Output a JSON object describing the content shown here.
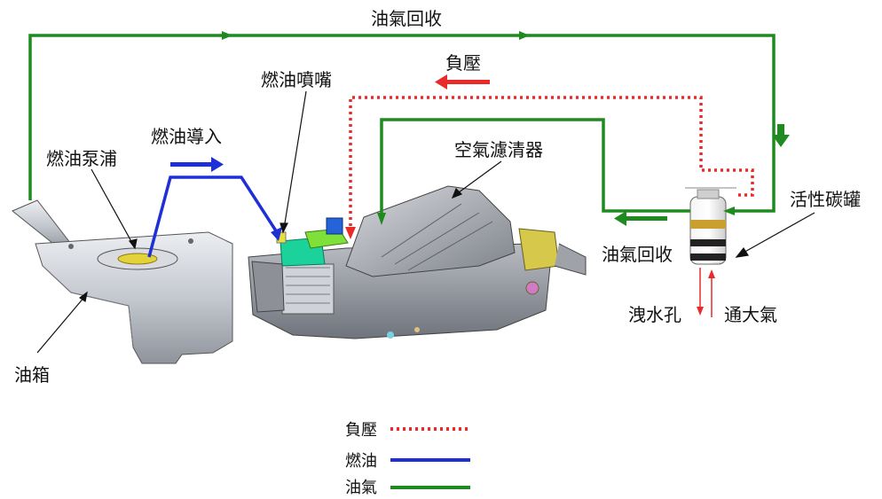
{
  "labels": {
    "vapor_recovery_top": "油氣回收",
    "vapor_recovery_right": "油氣回收",
    "negative_pressure": "負壓",
    "fuel_injector": "燃油噴嘴",
    "fuel_inlet": "燃油導入",
    "fuel_pump": "燃油泵浦",
    "air_filter": "空氣濾清器",
    "canister": "活性碳罐",
    "drain_hole": "洩水孔",
    "atmosphere_vent": "通大氣",
    "fuel_tank": "油箱"
  },
  "legend": [
    {
      "label": "負壓",
      "style": "dotted",
      "color": "#e82a2a"
    },
    {
      "label": "燃油",
      "style": "solid",
      "color": "#1f2fd6"
    },
    {
      "label": "油氣",
      "style": "solid",
      "color": "#1f8a1f"
    }
  ],
  "colors": {
    "vapor": "#1f8a1f",
    "fuel": "#1f2fd6",
    "negative_pressure": "#e82a2a",
    "engine_body": "#9a9ca3",
    "tank_body": "#c9ccd2"
  }
}
